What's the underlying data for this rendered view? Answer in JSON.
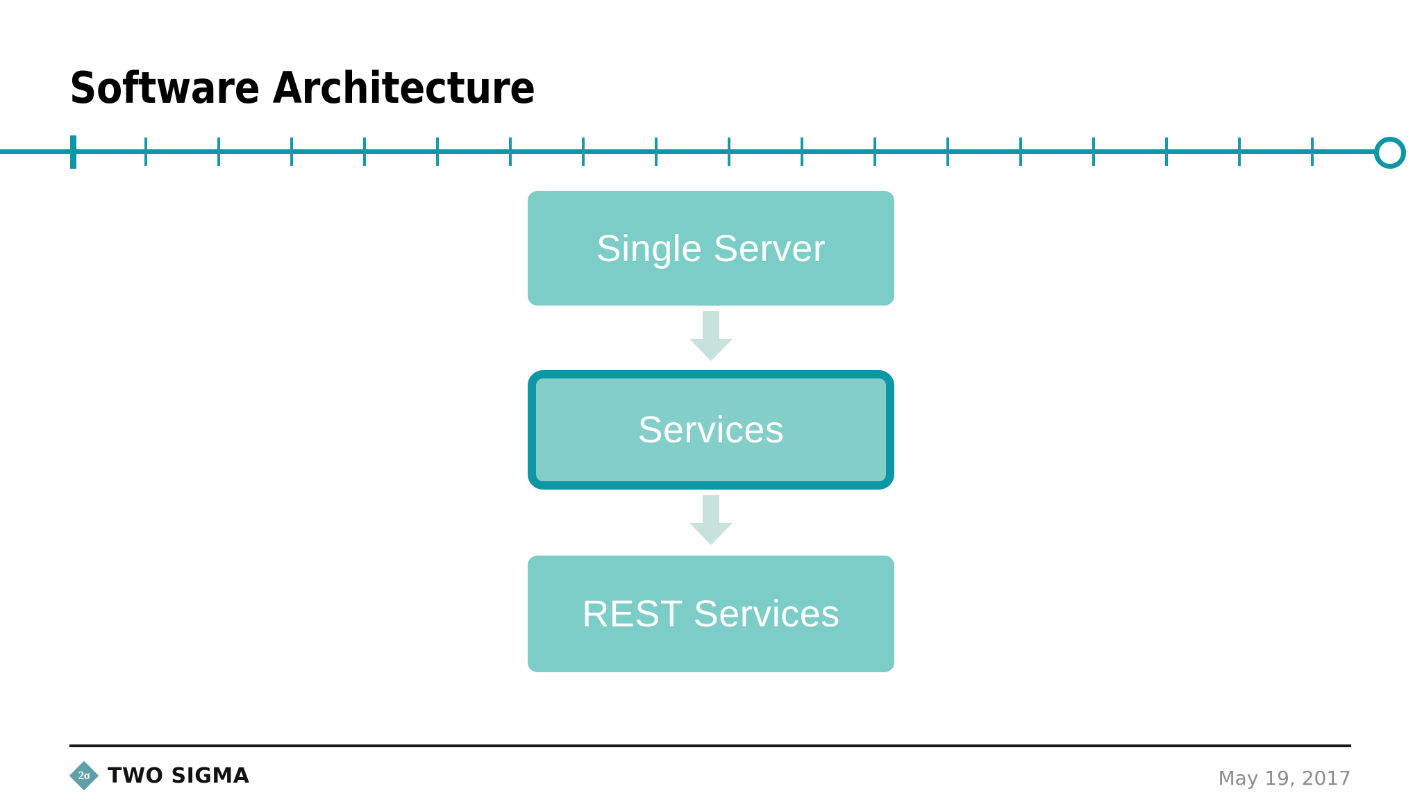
{
  "slide": {
    "title": "Software Architecture",
    "background_color": "#FFFFFF"
  },
  "theme": {
    "accent_dark_teal": "#0C96A6",
    "accent_mint": "#7CCCC7",
    "arrow_color": "#C7E2DD",
    "title_color": "#000000",
    "footer_text_color": "#8C8C8C"
  },
  "timeline": {
    "name": "progress-timeline",
    "tick_count": 19,
    "current_tick_index": 0,
    "first_tick_x": 105,
    "tick_spacing": 105,
    "axis_width": 1995,
    "end_marker": "open-circle"
  },
  "flow": {
    "type": "vertical-flow",
    "nodes": [
      {
        "id": "single-server",
        "label": "Single Server",
        "highlighted": false
      },
      {
        "id": "services",
        "label": "Services",
        "highlighted": true
      },
      {
        "id": "rest-services",
        "label": "REST Services",
        "highlighted": false
      }
    ],
    "connectors": [
      {
        "id": "arrow-1",
        "from": "single-server",
        "to": "services",
        "direction": "down"
      },
      {
        "id": "arrow-2",
        "from": "services",
        "to": "rest-services",
        "direction": "down"
      }
    ]
  },
  "footer": {
    "brand_glyph": "2σ",
    "brand_name": "TWO SIGMA",
    "date": "May 19, 2017"
  }
}
